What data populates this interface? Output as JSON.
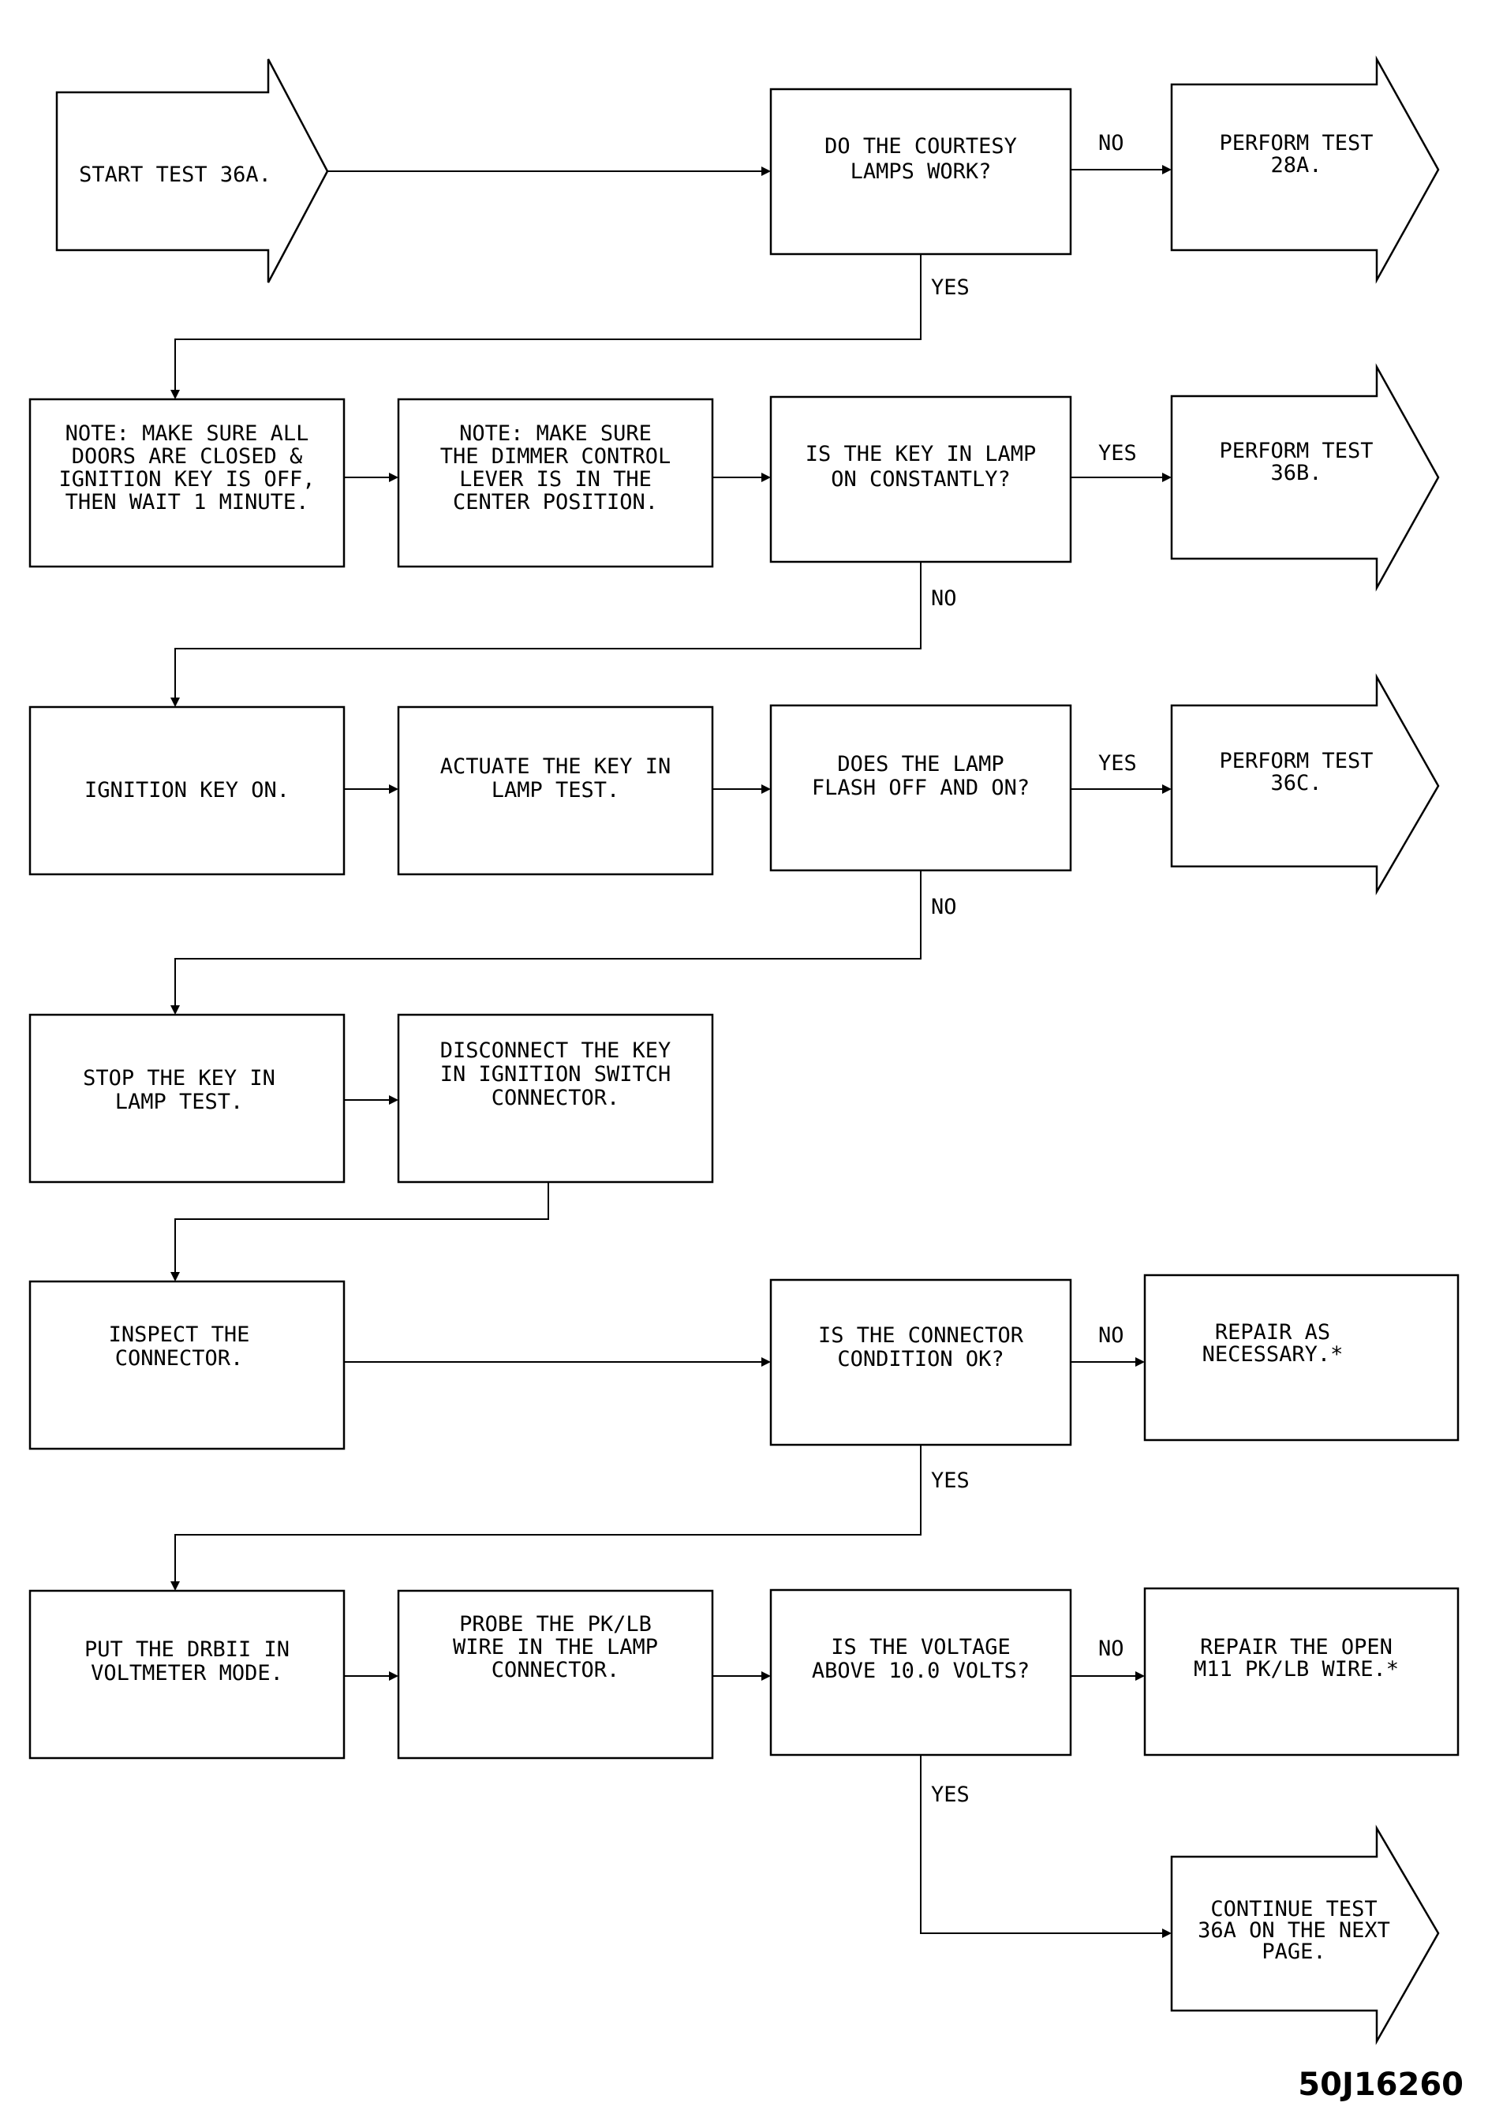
{
  "diagram_id": "50J16260",
  "nodes": {
    "start": [
      "START TEST 36A."
    ],
    "q_courtesy": [
      "DO THE COURTESY",
      "LAMPS WORK?"
    ],
    "perform_28a": [
      "PERFORM TEST",
      "28A."
    ],
    "note_doors": [
      "NOTE: MAKE SURE ALL",
      "DOORS ARE CLOSED &",
      "IGNITION KEY IS OFF,",
      "THEN WAIT 1 MINUTE."
    ],
    "note_dimmer": [
      "NOTE: MAKE SURE",
      "THE DIMMER CONTROL",
      "LEVER IS IN THE",
      "CENTER POSITION."
    ],
    "q_key_lamp": [
      "IS THE KEY IN LAMP",
      "ON CONSTANTLY?"
    ],
    "perform_36b": [
      "PERFORM TEST",
      "36B."
    ],
    "ignition_on": [
      "IGNITION KEY ON."
    ],
    "actuate_test": [
      "ACTUATE THE KEY IN",
      "LAMP TEST."
    ],
    "q_flash": [
      "DOES THE LAMP",
      "FLASH OFF AND ON?"
    ],
    "perform_36c": [
      "PERFORM TEST",
      "36C."
    ],
    "stop_test": [
      "STOP THE KEY IN",
      "LAMP TEST."
    ],
    "disconnect": [
      "DISCONNECT THE KEY",
      "IN IGNITION SWITCH",
      "CONNECTOR."
    ],
    "inspect": [
      "INSPECT THE",
      "CONNECTOR."
    ],
    "q_connector": [
      "IS THE CONNECTOR",
      "CONDITION OK?"
    ],
    "repair_necessary": [
      "REPAIR AS",
      "NECESSARY.*"
    ],
    "put_drbii": [
      "PUT THE DRBII IN",
      "VOLTMETER MODE."
    ],
    "probe": [
      "PROBE THE PK/LB",
      "WIRE IN THE LAMP",
      "CONNECTOR."
    ],
    "q_voltage": [
      "IS THE VOLTAGE",
      "ABOVE 10.0 VOLTS?"
    ],
    "repair_open": [
      "REPAIR THE OPEN",
      "M11 PK/LB WIRE.*"
    ],
    "continue": [
      "CONTINUE TEST",
      "36A ON THE NEXT",
      "PAGE."
    ]
  },
  "edge_labels": {
    "courtesy_no": "NO",
    "courtesy_yes": "YES",
    "key_lamp_yes": "YES",
    "key_lamp_no": "NO",
    "flash_yes": "YES",
    "flash_no": "NO",
    "connector_no": "NO",
    "connector_yes": "YES",
    "voltage_no": "NO",
    "voltage_yes": "YES"
  }
}
